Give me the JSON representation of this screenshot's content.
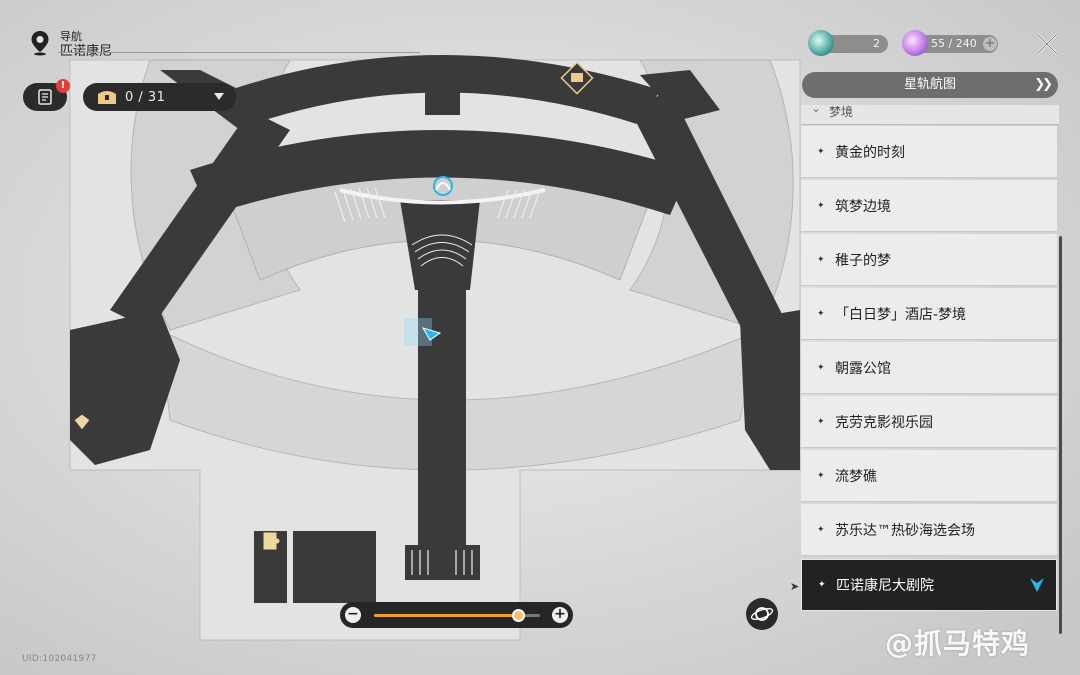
{
  "header": {
    "nav_title": "导航",
    "location": "匹诺康尼",
    "chest_count": "0 / 31",
    "alert_badge": "!"
  },
  "resources": {
    "primary_value": "2",
    "stamina_value": "55 / 240",
    "plus": "+"
  },
  "panel": {
    "star_rail_label": "星轨航图",
    "section_label": "梦境",
    "items": [
      {
        "label": "黄金的时刻"
      },
      {
        "label": "筑梦边境"
      },
      {
        "label": "稚子的梦"
      },
      {
        "label": "「白日梦」酒店-梦境"
      },
      {
        "label": "朝露公馆"
      },
      {
        "label": "克劳克影视乐园"
      },
      {
        "label": "流梦礁"
      },
      {
        "label": "苏乐达™热砂海选会场"
      },
      {
        "label": "匹诺康尼大剧院",
        "selected": true
      }
    ]
  },
  "zoom": {
    "level": 0.87,
    "minus": "−",
    "plus": "+"
  },
  "footer": {
    "uid": "UID:102041977",
    "watermark": "@抓马特鸡"
  },
  "colors": {
    "accent_orange": "#f0a030",
    "player_cyan": "#29b6e8",
    "dark_ui": "#262626"
  }
}
